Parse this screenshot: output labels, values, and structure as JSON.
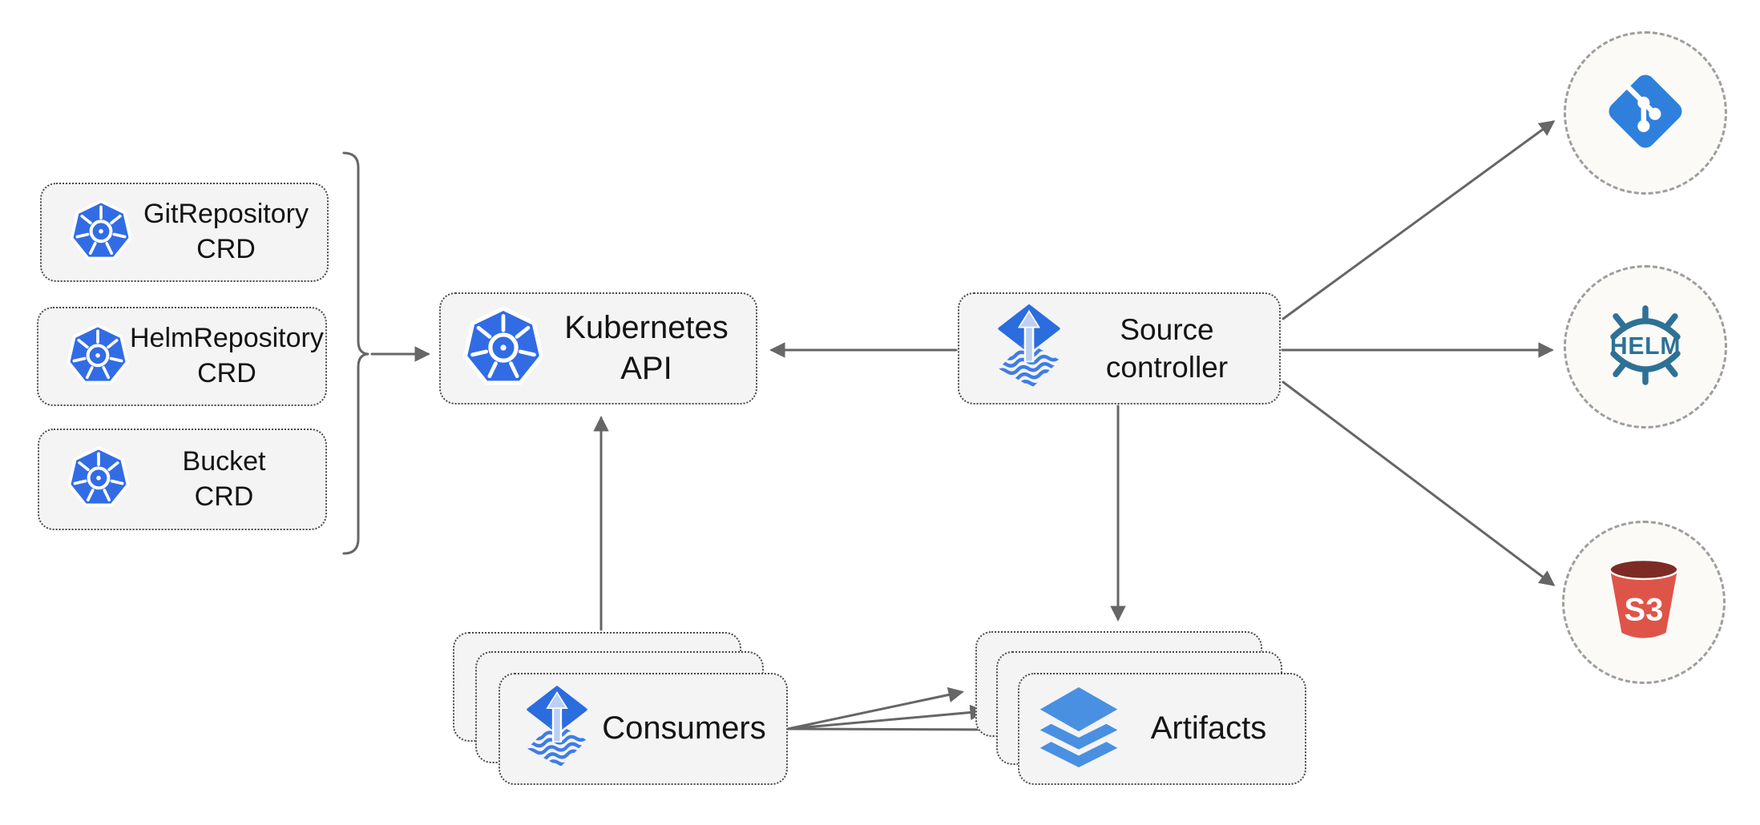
{
  "nodes": {
    "crd_boxes": [
      {
        "line1": "GitRepository",
        "line2": "CRD"
      },
      {
        "line1": "HelmRepository",
        "line2": "CRD"
      },
      {
        "line1": "Bucket",
        "line2": "CRD"
      }
    ],
    "kubernetes_api": {
      "label": "Kubernetes API"
    },
    "source_controller": {
      "line1": "Source",
      "line2": "controller"
    },
    "consumers": {
      "label": "Consumers"
    },
    "artifacts": {
      "label": "Artifacts"
    }
  },
  "external_targets": {
    "git": {
      "icon": "git-icon"
    },
    "helm": {
      "icon": "helm-icon",
      "logo_text": "HELM"
    },
    "s3": {
      "icon": "s3-bucket-icon",
      "logo_text": "S3"
    }
  },
  "connections": [
    {
      "from": "crd-boxes-brace",
      "to": "kubernetes-api",
      "style": "arrow"
    },
    {
      "from": "source-controller",
      "to": "kubernetes-api",
      "style": "arrow"
    },
    {
      "from": "consumers",
      "to": "kubernetes-api",
      "style": "arrow"
    },
    {
      "from": "source-controller",
      "to": "artifacts",
      "style": "arrow"
    },
    {
      "from": "source-controller",
      "to": "git",
      "style": "arrow"
    },
    {
      "from": "source-controller",
      "to": "helm",
      "style": "arrow"
    },
    {
      "from": "source-controller",
      "to": "s3",
      "style": "arrow"
    },
    {
      "from": "consumers",
      "to": "artifacts-back",
      "style": "arrow"
    },
    {
      "from": "consumers",
      "to": "artifacts-middle",
      "style": "arrow"
    },
    {
      "from": "consumers",
      "to": "artifacts-front",
      "style": "arrow"
    }
  ],
  "colors": {
    "kubernetes_blue": "#326ce5",
    "flux_blue": "#2b6cdf",
    "flux_stripe_blue": "#3f7ce8",
    "flux_arrow_light": "#bcd0f5",
    "artifact_layers_blue": "#4a90e2",
    "git_blue": "#2f80dd",
    "helm_teal": "#2e7196",
    "s3_red": "#df5449",
    "s3_dark_red": "#7c2c24",
    "arrow_gray": "#666666",
    "node_fill": "#f4f4f5",
    "node_border": "#4a4a4a",
    "circle_fill": "#fbfaf7",
    "circle_border": "#9e9e9e",
    "text": "#141414"
  }
}
